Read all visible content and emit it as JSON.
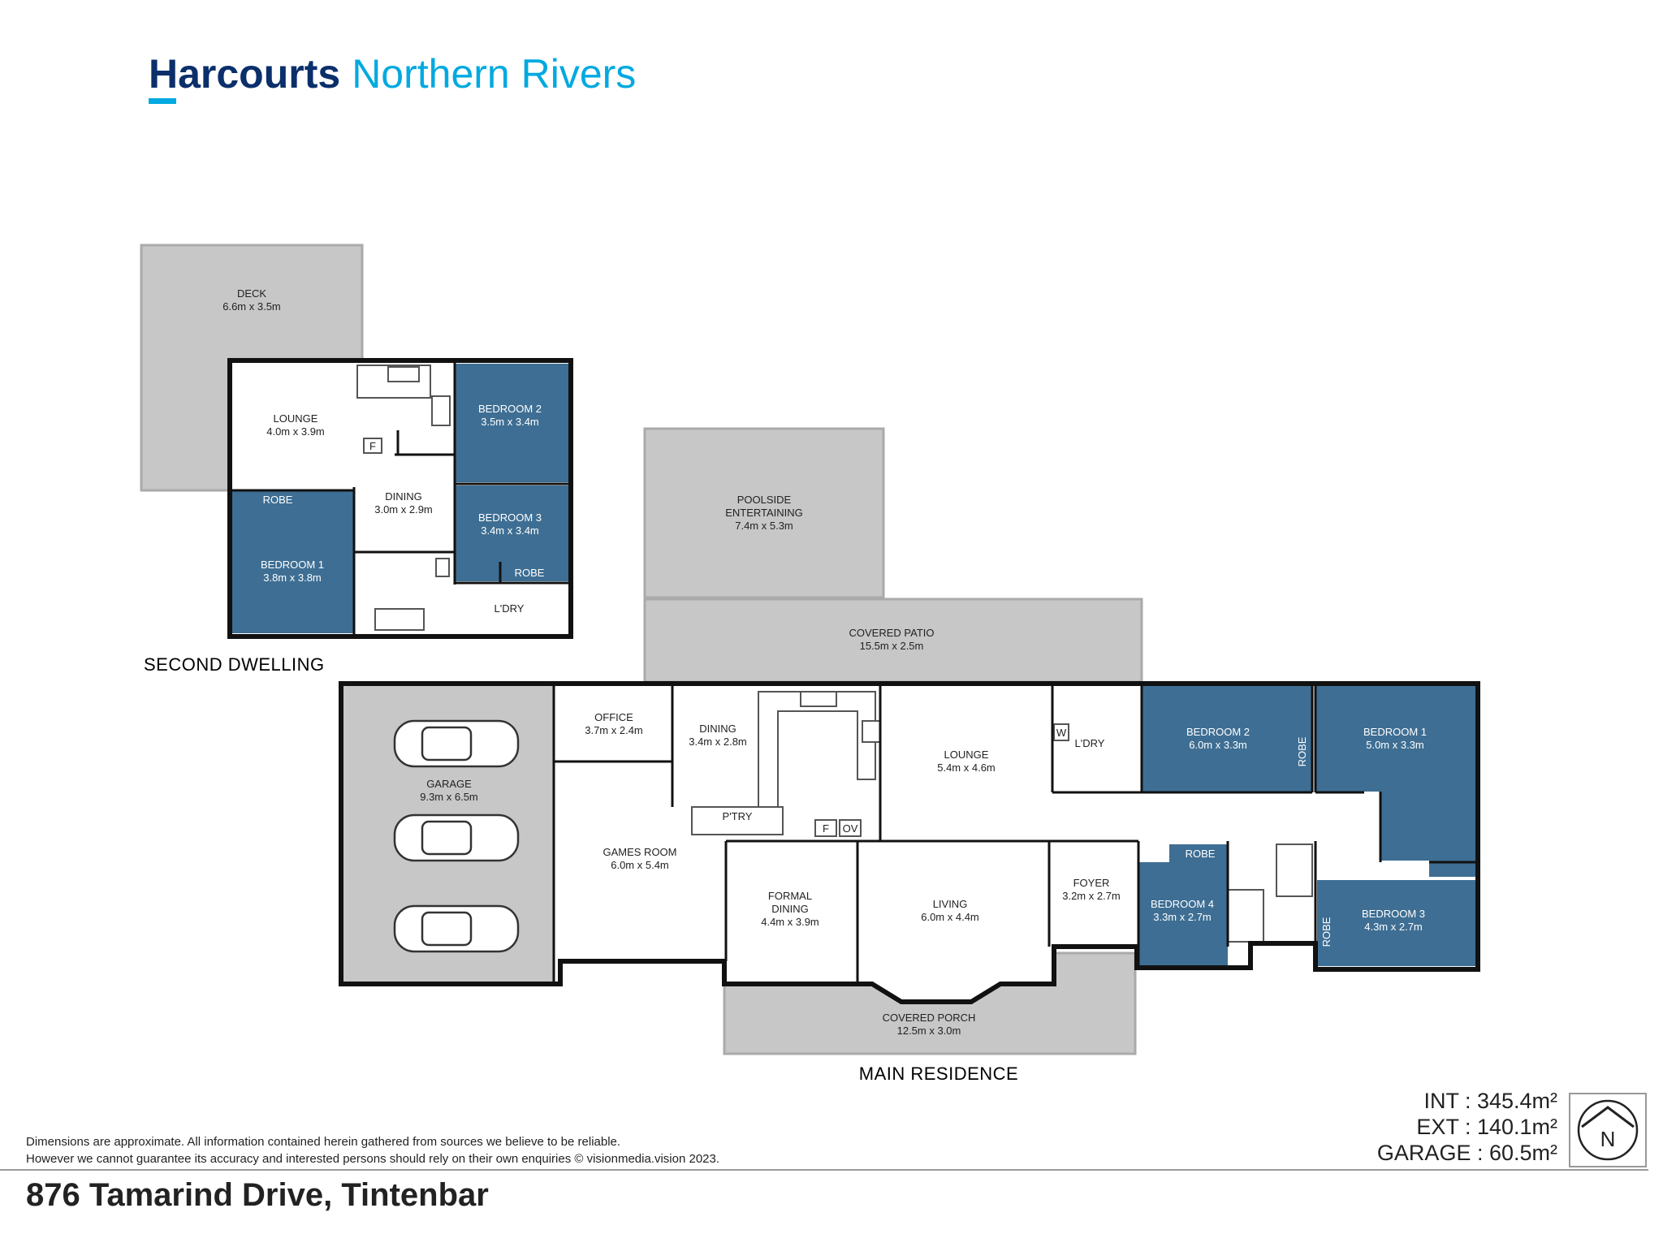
{
  "branding": {
    "brand": "Harcourts",
    "region": "Northern Rivers",
    "brand_color": "#0a2f6b",
    "accent_color": "#00a9e0"
  },
  "colors": {
    "bedroom_fill": "#3e6e93",
    "outdoor_fill": "#c7c7c7",
    "wall": "#111111",
    "interior": "#ffffff"
  },
  "sections": {
    "second_dwelling": "SECOND DWELLING",
    "main_residence": "MAIN RESIDENCE"
  },
  "rooms": {
    "sd_deck": {
      "name": "DECK",
      "dims": "6.6m x 3.5m"
    },
    "sd_lounge": {
      "name": "LOUNGE",
      "dims": "4.0m x 3.9m"
    },
    "sd_bed2": {
      "name": "BEDROOM 2",
      "dims": "3.5m x 3.4m"
    },
    "sd_dining": {
      "name": "DINING",
      "dims": "3.0m x 2.9m"
    },
    "sd_bed3": {
      "name": "BEDROOM 3",
      "dims": "3.4m x 3.4m"
    },
    "sd_bed1": {
      "name": "BEDROOM 1",
      "dims": "3.8m x 3.8m"
    },
    "sd_robe_a": {
      "name": "ROBE"
    },
    "sd_robe_b": {
      "name": "ROBE"
    },
    "sd_laundry": {
      "name": "L'DRY"
    },
    "sd_fridge": {
      "name": "F"
    },
    "poolside": {
      "name1": "POOLSIDE",
      "name2": "ENTERTAINING",
      "dims": "7.4m x 5.3m"
    },
    "patio": {
      "name": "COVERED PATIO",
      "dims": "15.5m x 2.5m"
    },
    "garage": {
      "name": "GARAGE",
      "dims": "9.3m x 6.5m"
    },
    "office": {
      "name": "OFFICE",
      "dims": "3.7m x 2.4m"
    },
    "dining": {
      "name": "DINING",
      "dims": "3.4m x 2.8m"
    },
    "lounge": {
      "name": "LOUNGE",
      "dims": "5.4m x 4.6m"
    },
    "laundry": {
      "name": "L'DRY"
    },
    "washer": {
      "name": "W"
    },
    "bed2": {
      "name": "BEDROOM 2",
      "dims": "6.0m x 3.3m"
    },
    "bed1": {
      "name": "BEDROOM 1",
      "dims": "5.0m x 3.3m"
    },
    "robe_v1": {
      "name": "ROBE"
    },
    "pantry": {
      "name": "P'TRY"
    },
    "fridge": {
      "name": "F"
    },
    "oven": {
      "name": "OV"
    },
    "games": {
      "name": "GAMES ROOM",
      "dims": "6.0m x 5.4m"
    },
    "formal": {
      "name1": "FORMAL",
      "name2": "DINING",
      "dims": "4.4m x 3.9m"
    },
    "living": {
      "name": "LIVING",
      "dims": "6.0m x 4.4m"
    },
    "foyer": {
      "name": "FOYER",
      "dims": "3.2m x 2.7m"
    },
    "bed4": {
      "name": "BEDROOM 4",
      "dims": "3.3m x 2.7m"
    },
    "robe_b4": {
      "name": "ROBE"
    },
    "bed3": {
      "name": "BEDROOM 3",
      "dims": "4.3m x 2.7m"
    },
    "robe_v3": {
      "name": "ROBE"
    },
    "porch": {
      "name": "COVERED PORCH",
      "dims": "12.5m x 3.0m"
    }
  },
  "areas": {
    "int": "INT : 345.4m²",
    "ext": "EXT : 140.1m²",
    "garage": "GARAGE : 60.5m²"
  },
  "compass": {
    "letter": "N"
  },
  "disclaimer": {
    "line1": "Dimensions are approximate. All information contained herein gathered from sources we believe to be reliable.",
    "line2": "However we cannot guarantee its accuracy and interested persons should rely on their own enquiries © visionmedia.vision 2023."
  },
  "address": "876 Tamarind Drive, Tintenbar"
}
